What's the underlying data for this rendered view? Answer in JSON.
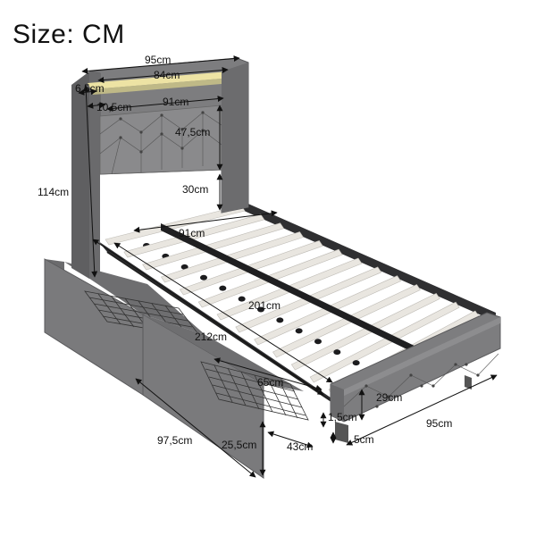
{
  "title": "Size: CM",
  "dimensions": {
    "headboard_width": "95cm",
    "light_width": "84cm",
    "side_thickness": "6,5cm",
    "shelf_depth": "10,5cm",
    "inner_width": "91cm",
    "panel_height": "47,5cm",
    "leg_clearance": "30cm",
    "total_height": "114cm",
    "slat_width": "91cm",
    "inner_length": "201cm",
    "total_length": "212cm",
    "drawer_width": "65cm",
    "footboard_height": "29cm",
    "floor_gap": "1,5cm",
    "footboard_width": "95cm",
    "base_height": "5cm",
    "drawer_length": "97,5cm",
    "drawer_height": "25,5cm",
    "drawer_depth": "43cm"
  },
  "colors": {
    "upholstery": "#7d7d7f",
    "upholstery_dark": "#5f5f61",
    "frame": "#3a3a3c",
    "slat": "#e9e6e0",
    "led": "#f3e9a6",
    "line": "#111111"
  }
}
